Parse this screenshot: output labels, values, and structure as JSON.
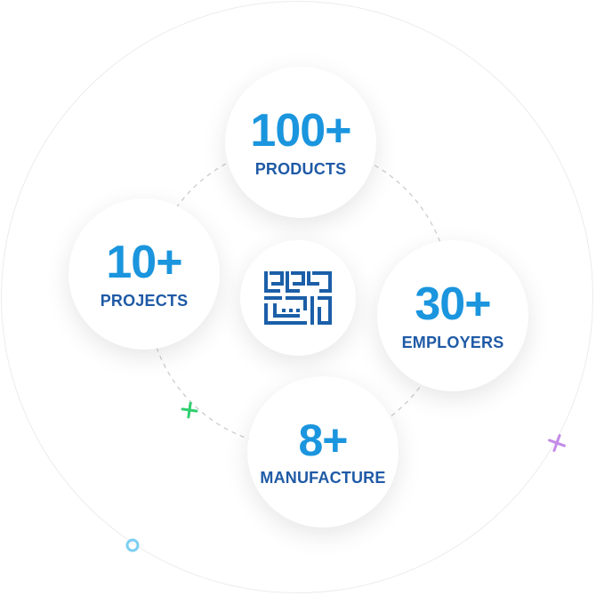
{
  "stats": [
    {
      "id": "products",
      "value": "100+",
      "label": "PRODUCTS"
    },
    {
      "id": "projects",
      "value": "10+",
      "label": "PROJECTS"
    },
    {
      "id": "employers",
      "value": "30+",
      "label": "EMPLOYERS"
    },
    {
      "id": "manufacture",
      "value": "8+",
      "label": "MANUFACTURE"
    }
  ],
  "logo": {
    "icon": "geometric-logo-icon"
  },
  "colors": {
    "value": "#1a95de",
    "label": "#1f5aa6",
    "logo": "#1b5fa8",
    "plus_green": "#2fcf6f",
    "plus_purple": "#c58be8",
    "ring_blue": "#7ccff2",
    "dashed_line": "#c8c8c8",
    "outer_ring": "#ececec"
  },
  "decorations": [
    "plus-green-icon",
    "plus-purple-icon",
    "ring-blue-icon"
  ]
}
